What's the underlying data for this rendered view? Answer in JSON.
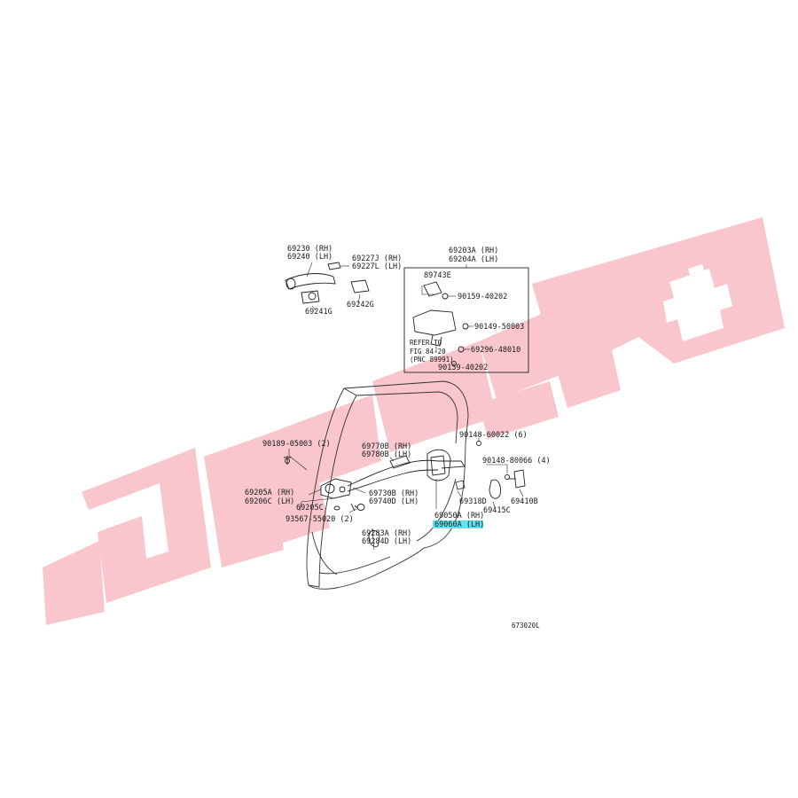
{
  "watermark": {
    "color": "#f6b3bb"
  },
  "highlight_color": "#5fe3f2",
  "labels": {
    "p69230": "69230 (RH)",
    "p69240": "69240 (LH)",
    "p69227J": "69227J (RH)",
    "p69227L": "69227L (LH)",
    "p69241G": "69241G",
    "p69242G": "69242G",
    "p69203A": "69203A (RH)",
    "p69204A": "69204A (LH)",
    "p89743E": "89743E",
    "p90159a": "90159-40202",
    "p90149": "90149-50003",
    "p69296": "69296-48010",
    "refer1": "REFER TO",
    "refer2": "FIG 84-20",
    "refer3": "(PNC 89991)",
    "p90159b": "90159-40202",
    "p90189": "90189-05003 (2)",
    "p69770B": "69770B (RH)",
    "p69780B": "69780B (LH)",
    "p90148": "90148-60022 (6)",
    "p90148b": "90148-80066 (4)",
    "p69205A": "69205A (RH)",
    "p69206C": "69206C (LH)",
    "p69730B": "69730B (RH)",
    "p69740D": "69740D (LH)",
    "p69318D": "69318D",
    "p69415C": "69415C",
    "p69410B": "69410B",
    "p69205C": "69205C",
    "p93567": "93567-55020 (2)",
    "p69050A": "69050A (RH)",
    "p69060A": "69060A (LH)",
    "p69283A": "69283A (RH)",
    "p69284D": "69284D (LH)",
    "figno": "673020L"
  }
}
